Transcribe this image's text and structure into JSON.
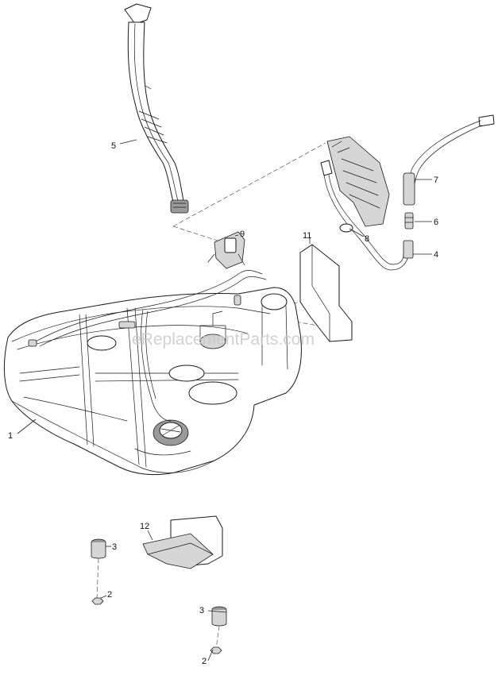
{
  "watermark": "eReplacementParts.com",
  "callouts": [
    "1",
    "2",
    "2",
    "3",
    "3",
    "4",
    "5",
    "6",
    "7",
    "8",
    "9",
    "11",
    "12"
  ]
}
